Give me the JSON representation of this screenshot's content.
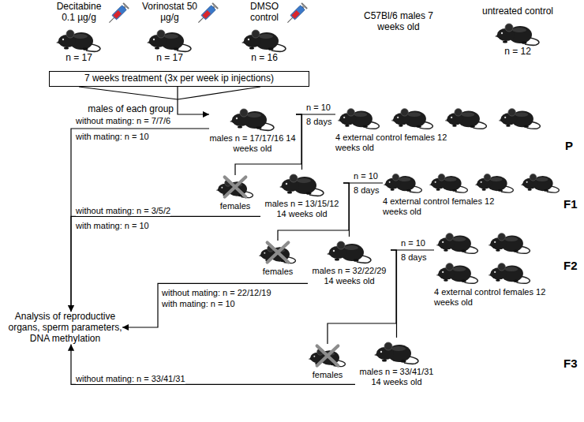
{
  "diagram": {
    "nodes": [
      {
        "text": [
          "Decitabine 0.1 µg/g",
          "n = 17"
        ]
      },
      {
        "text": [
          "Vorinostat 50 µg/g",
          "n = 17"
        ]
      },
      {
        "text": [
          "DMSO control",
          "n = 16"
        ]
      },
      {
        "text": [
          "untreated control",
          "n = 12"
        ]
      },
      {
        "text": [
          "7 weeks treatment (3x per week ip injections)"
        ]
      },
      {
        "text": [
          "males n = 17/17/16 14 weeks old"
        ]
      },
      {
        "text": [
          "4 external control females 12 weeks old"
        ]
      },
      {
        "text": [
          "females"
        ]
      },
      {
        "text": [
          "males n = 13/15/12 14 weeks old"
        ]
      },
      {
        "text": [
          "4 external control females 12 weeks old"
        ]
      },
      {
        "text": [
          "females"
        ]
      },
      {
        "text": [
          "males n = 32/22/29 14 weeks old"
        ]
      },
      {
        "text": [
          "4 external control females 12 weeks old"
        ]
      },
      {
        "text": [
          "females"
        ]
      },
      {
        "text": [
          "males n = 33/41/31 14 weeks old"
        ]
      },
      {
        "text": [
          "Analysis of reproductive organs, sperm parameters, DNA methylation"
        ]
      }
    ],
    "edges": [
      {
        "from": 4,
        "to": 5,
        "arrow": "to",
        "label": "males of each group"
      },
      {
        "from": 5,
        "to": 6,
        "arrow": "none",
        "label": "n = 10"
      },
      {
        "from": 5,
        "to": 7,
        "arrow": "none"
      },
      {
        "from": 5,
        "to": 8,
        "arrow": "none"
      },
      {
        "from": 5,
        "to": 15,
        "arrow": "to",
        "label": "without mating: n = 7/7/6"
      },
      {
        "from": 8,
        "to": 9,
        "arrow": "none",
        "label": "n = 10"
      },
      {
        "from": 8,
        "to": 10,
        "arrow": "none"
      },
      {
        "from": 8,
        "to": 11,
        "arrow": "none"
      },
      {
        "from": 8,
        "to": 15,
        "arrow": "to",
        "label": "without mating: n = 3/5/2"
      },
      {
        "from": 11,
        "to": 12,
        "arrow": "none",
        "label": "n = 10"
      },
      {
        "from": 11,
        "to": 13,
        "arrow": "none"
      },
      {
        "from": 11,
        "to": 14,
        "arrow": "none"
      },
      {
        "from": 11,
        "to": 15,
        "arrow": "to",
        "label": "without mating: n = 22/12/19"
      },
      {
        "from": 14,
        "to": 15,
        "arrow": "to",
        "label": "without mating: n = 33/41/31"
      }
    ],
    "labels": [
      "C57Bl/6 males 7 weeks old",
      "8 days",
      "with mating: n = 10",
      "P",
      "8 days",
      "with mating: n = 10",
      "F1",
      "8 days",
      "with mating: n = 10",
      "F2",
      "F3"
    ]
  }
}
